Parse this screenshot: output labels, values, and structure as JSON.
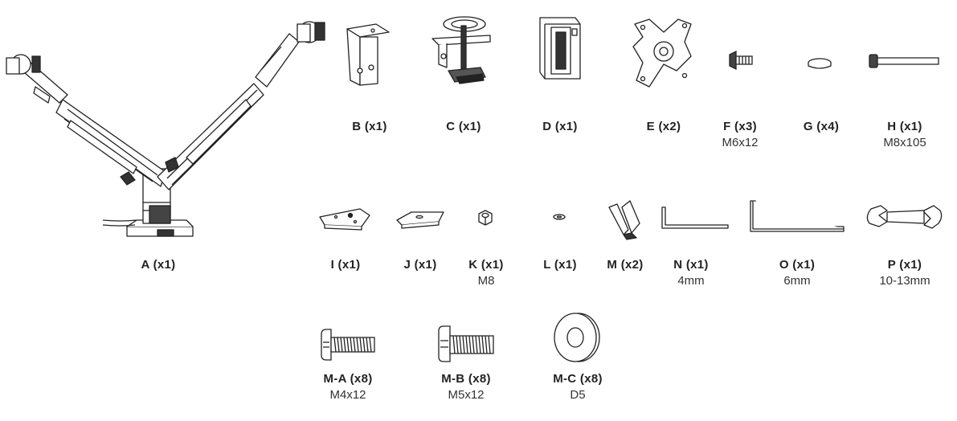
{
  "parts": [
    {
      "id": "A",
      "name": "A (x1)",
      "spec": "",
      "icon": "dual-monitor-arm-assembly"
    },
    {
      "id": "B",
      "name": "B (x1)",
      "spec": "",
      "icon": "mounting-bracket"
    },
    {
      "id": "C",
      "name": "C (x1)",
      "spec": "",
      "icon": "desk-clamp"
    },
    {
      "id": "D",
      "name": "D (x1)",
      "spec": "",
      "icon": "cable-cover"
    },
    {
      "id": "E",
      "name": "E (x2)",
      "spec": "",
      "icon": "vesa-plate"
    },
    {
      "id": "F",
      "name": "F (x3)",
      "spec": "M6x12",
      "icon": "flat-head-screw"
    },
    {
      "id": "G",
      "name": "G (x4)",
      "spec": "",
      "icon": "washer-disc"
    },
    {
      "id": "H",
      "name": "H (x1)",
      "spec": "M8x105",
      "icon": "long-bolt"
    },
    {
      "id": "I",
      "name": "I (x1)",
      "spec": "",
      "icon": "base-plate"
    },
    {
      "id": "J",
      "name": "J (x1)",
      "spec": "",
      "icon": "pad-plate"
    },
    {
      "id": "K",
      "name": "K (x1)",
      "spec": "M8",
      "icon": "hex-nut"
    },
    {
      "id": "L",
      "name": "L (x1)",
      "spec": "",
      "icon": "small-washer"
    },
    {
      "id": "M",
      "name": "M (x2)",
      "spec": "",
      "icon": "cable-clip"
    },
    {
      "id": "N",
      "name": "N (x1)",
      "spec": "4mm",
      "icon": "allen-key-small"
    },
    {
      "id": "O",
      "name": "O (x1)",
      "spec": "6mm",
      "icon": "allen-key-large"
    },
    {
      "id": "P",
      "name": "P (x1)",
      "spec": "10-13mm",
      "icon": "wrench"
    },
    {
      "id": "M-A",
      "name": "M-A (x8)",
      "spec": "M4x12",
      "icon": "pan-head-screw"
    },
    {
      "id": "M-B",
      "name": "M-B (x8)",
      "spec": "M5x12",
      "icon": "pan-head-screw"
    },
    {
      "id": "M-C",
      "name": "M-C (x8)",
      "spec": "D5",
      "icon": "flat-washer"
    }
  ]
}
